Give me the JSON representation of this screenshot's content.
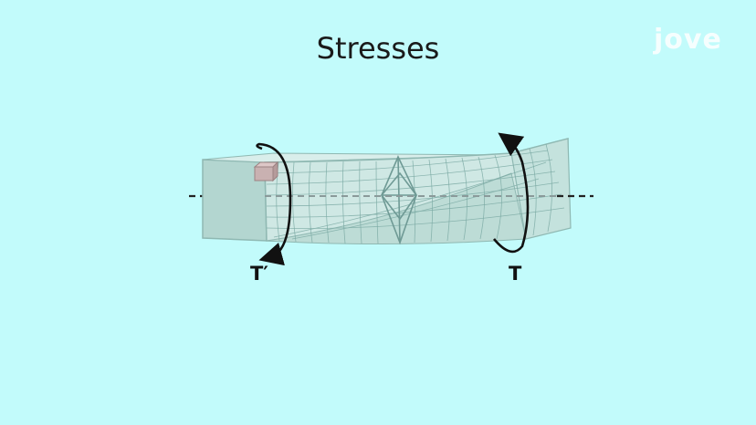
{
  "title": "Stresses",
  "logo": "jove",
  "torque_labels": {
    "left": "T′",
    "right": "T"
  },
  "colors": {
    "background": "#c2fbfb",
    "bar_fill": "#cfe8e4",
    "bar_end_face": "#b3d6d0",
    "mesh_lines": "#7aa9a3",
    "stress_element": "#c9b1b1",
    "axis": "#222222"
  }
}
